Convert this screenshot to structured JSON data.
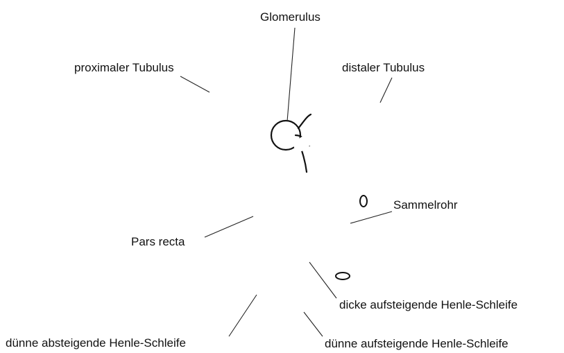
{
  "diagram": {
    "labels": {
      "glomerulus": "Glomerulus",
      "proximal": "proximaler Tubulus",
      "distal": "distaler Tubulus",
      "sammelrohr": "Sammelrohr",
      "pars_recta": "Pars recta",
      "dicke_aufsteigend": "dicke aufsteigende Henle-Schleife",
      "duenne_absteigend": "dünne absteigende Henle-Schleife",
      "duenne_aufsteigend": "dünne aufsteigende Henle-Schleife"
    },
    "colors": {
      "line": "#111111",
      "background": "#ffffff"
    }
  }
}
